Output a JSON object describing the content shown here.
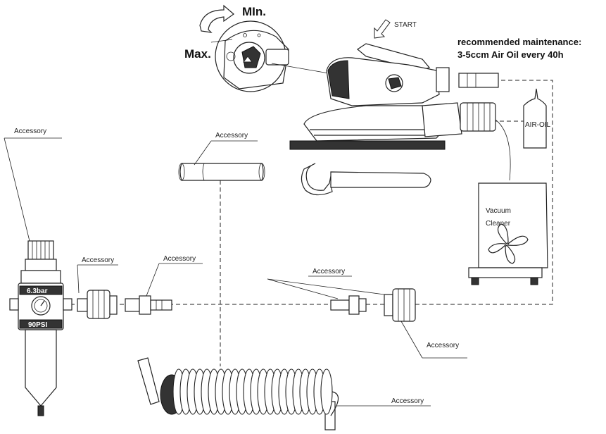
{
  "dial": {
    "min_label": "MIn.",
    "max_label": "Max."
  },
  "sander": {
    "start_label": "START"
  },
  "maintenance": {
    "line1": "recommended maintenance:",
    "line2": "3-5ccm Air Oil every 40h"
  },
  "oil_bottle": {
    "label": "AIR-OIL"
  },
  "vacuum": {
    "line1": "Vacuum",
    "line2": "Cleaner"
  },
  "regulator": {
    "bar_label": "6.3bar",
    "psi_label": "90PSI"
  },
  "accessories": {
    "regulator": "Accessory",
    "hose": "Accessory",
    "coupler_left": "Accessory",
    "plug_left": "Accessory",
    "plug_middle": "Accessory",
    "coupler_right": "Accessory",
    "coil_hose": "Accessory"
  },
  "colors": {
    "line": "#222222",
    "fill_dark": "#333333",
    "background": "#ffffff"
  }
}
